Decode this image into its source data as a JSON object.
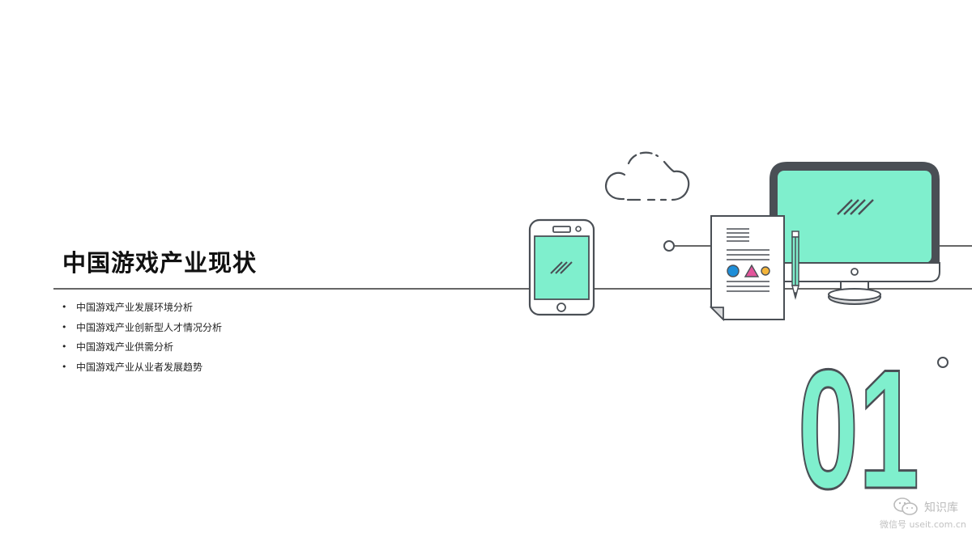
{
  "slide": {
    "title": "中国游戏产业现状",
    "bullets": [
      "中国游戏产业发展环境分析",
      "中国游戏产业创新型人才情况分析",
      "中国游戏产业供需分析",
      "中国游戏产业从业者发展趋势"
    ],
    "section_number": "01"
  },
  "watermark": {
    "brand": "知识库",
    "url": "微信号 useit.com.cn"
  },
  "colors": {
    "accent": "#7fefcd",
    "outline": "#4a4f55",
    "line": "#333333",
    "circle_blue": "#1e8ed8",
    "triangle_pink": "#e3559b",
    "circle_orange": "#f3b43a"
  },
  "icons": [
    "cloud-icon",
    "phone-icon",
    "document-icon",
    "pencil-icon",
    "monitor-icon",
    "wechat-icon"
  ]
}
